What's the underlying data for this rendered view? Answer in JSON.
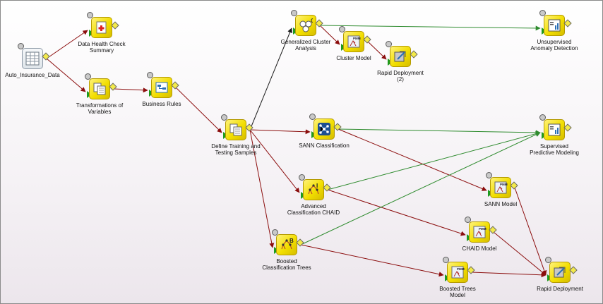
{
  "nodes": [
    {
      "id": "auto",
      "label": "Auto_Insurance_Data",
      "kind": "table-icon"
    },
    {
      "id": "health",
      "label": "Data Health Check\nSummary",
      "kind": "health-report-icon"
    },
    {
      "id": "trans",
      "label": "Transformations of\nVariables",
      "kind": "transform-icon"
    },
    {
      "id": "rules",
      "label": "Business Rules",
      "kind": "rules-icon"
    },
    {
      "id": "define",
      "label": "Define Training and\nTesting Samples",
      "kind": "samples-icon"
    },
    {
      "id": "genclust",
      "label": "Generalized Cluster\nAnalysis",
      "kind": "cluster-icon"
    },
    {
      "id": "clustmod",
      "label": "Cluster Model",
      "kind": "pmml-model-icon"
    },
    {
      "id": "rapid2",
      "label": "Rapid Deployment\n(2)",
      "kind": "rapid-deploy-icon"
    },
    {
      "id": "unsup",
      "label": "Unsupervised\nAnomaly Detection",
      "kind": "workspace-icon"
    },
    {
      "id": "sann",
      "label": "SANN Classification",
      "kind": "neural-net-icon"
    },
    {
      "id": "sup",
      "label": "Supervised\nPredictive Modeling",
      "kind": "workspace-icon"
    },
    {
      "id": "chaid",
      "label": "Advanced\nClassification CHAID",
      "kind": "chaid-icon"
    },
    {
      "id": "sannmod",
      "label": "SANN Model",
      "kind": "pmml-model-icon"
    },
    {
      "id": "chaidmod",
      "label": "CHAID Model",
      "kind": "pmml-model-icon"
    },
    {
      "id": "boosted",
      "label": "Boosted\nClassification Trees",
      "kind": "boosted-trees-icon"
    },
    {
      "id": "btmod",
      "label": "Boosted Trees\nModel",
      "kind": "pmml-model-icon"
    },
    {
      "id": "rapid",
      "label": "Rapid Deployment",
      "kind": "rapid-deploy-icon"
    }
  ],
  "icon_letters": {
    "genclust": "G",
    "chaid": "I",
    "boosted": "B",
    "pmml": "PMML"
  },
  "edges": [
    {
      "from": "auto",
      "to": "health",
      "color": "red"
    },
    {
      "from": "auto",
      "to": "trans",
      "color": "red"
    },
    {
      "from": "trans",
      "to": "rules",
      "color": "red"
    },
    {
      "from": "rules",
      "to": "define",
      "color": "red"
    },
    {
      "from": "define",
      "to": "genclust",
      "color": "black"
    },
    {
      "from": "define",
      "to": "sann",
      "color": "red"
    },
    {
      "from": "define",
      "to": "chaid",
      "color": "red"
    },
    {
      "from": "define",
      "to": "boosted",
      "color": "red"
    },
    {
      "from": "genclust",
      "to": "clustmod",
      "color": "red"
    },
    {
      "from": "genclust",
      "to": "unsup",
      "color": "green"
    },
    {
      "from": "clustmod",
      "to": "rapid2",
      "color": "red"
    },
    {
      "from": "sann",
      "to": "sup",
      "color": "green"
    },
    {
      "from": "sann",
      "to": "sannmod",
      "color": "red"
    },
    {
      "from": "chaid",
      "to": "sup",
      "color": "green"
    },
    {
      "from": "chaid",
      "to": "chaidmod",
      "color": "red"
    },
    {
      "from": "boosted",
      "to": "sup",
      "color": "green"
    },
    {
      "from": "boosted",
      "to": "btmod",
      "color": "red"
    },
    {
      "from": "sannmod",
      "to": "rapid",
      "color": "red"
    },
    {
      "from": "chaidmod",
      "to": "rapid",
      "color": "red"
    },
    {
      "from": "btmod",
      "to": "rapid",
      "color": "red"
    }
  ],
  "colors": {
    "red": "#8b0d0d",
    "green": "#2e8b2e",
    "black": "#1a1a1a",
    "accent": "#f2de00"
  }
}
